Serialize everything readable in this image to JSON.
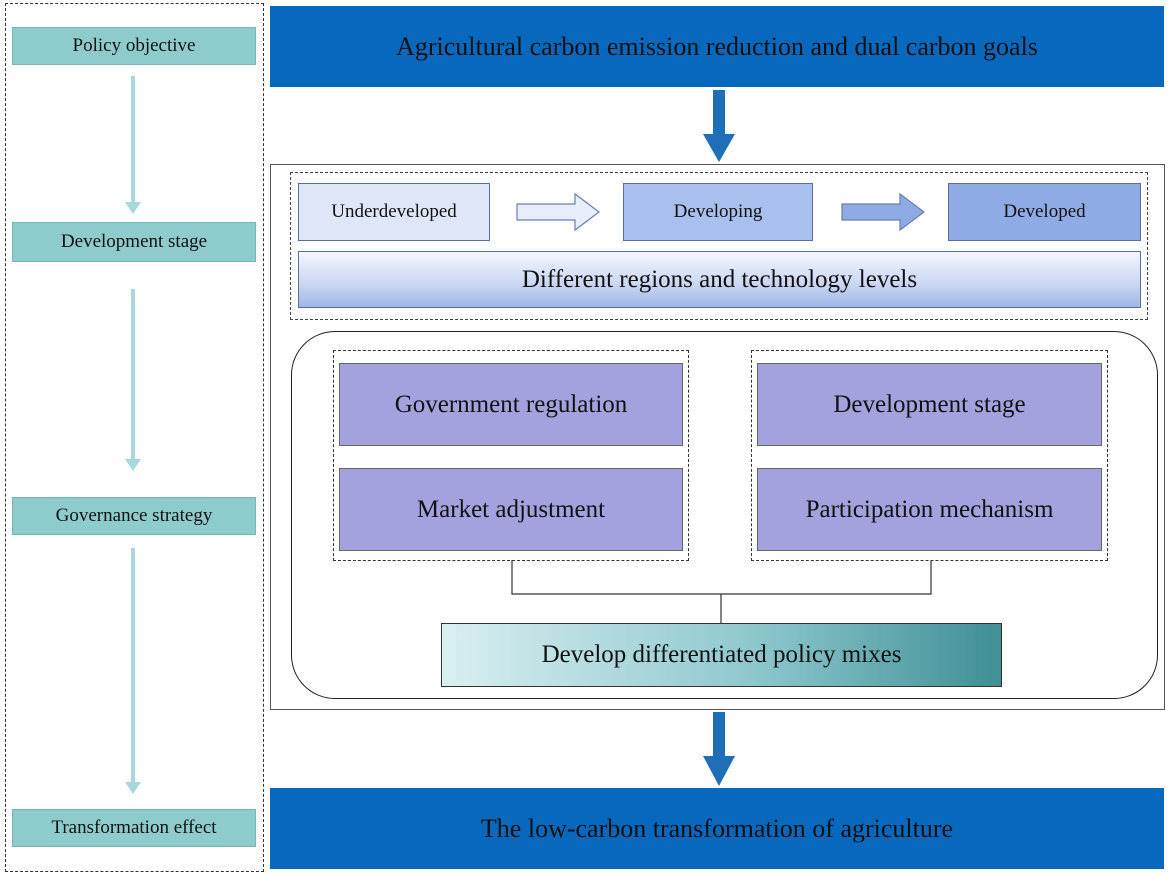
{
  "stages": [
    {
      "label": "Policy objective"
    },
    {
      "label": "Development stage"
    },
    {
      "label": "Governance strategy"
    },
    {
      "label": "Transformation effect"
    }
  ],
  "top_goal": "Agricultural carbon emission reduction and dual carbon goals",
  "levels": [
    "Underdeveloped",
    "Developing",
    "Developed"
  ],
  "regions_label": "Different regions and technology levels",
  "strategies": {
    "left": [
      "Government regulation",
      "Market adjustment"
    ],
    "right": [
      "Development stage",
      "Participation mechanism"
    ]
  },
  "policy_mix": "Develop differentiated policy mixes",
  "bottom_effect": "The low-carbon transformation of agriculture",
  "colors": {
    "stage_box": "#8ecbcc",
    "banner": "#0868bd",
    "strategy_box": "#a3a2de",
    "level_light": "#dfe6f8",
    "level_mid": "#a9bfee",
    "level_dark": "#8fabe6"
  }
}
